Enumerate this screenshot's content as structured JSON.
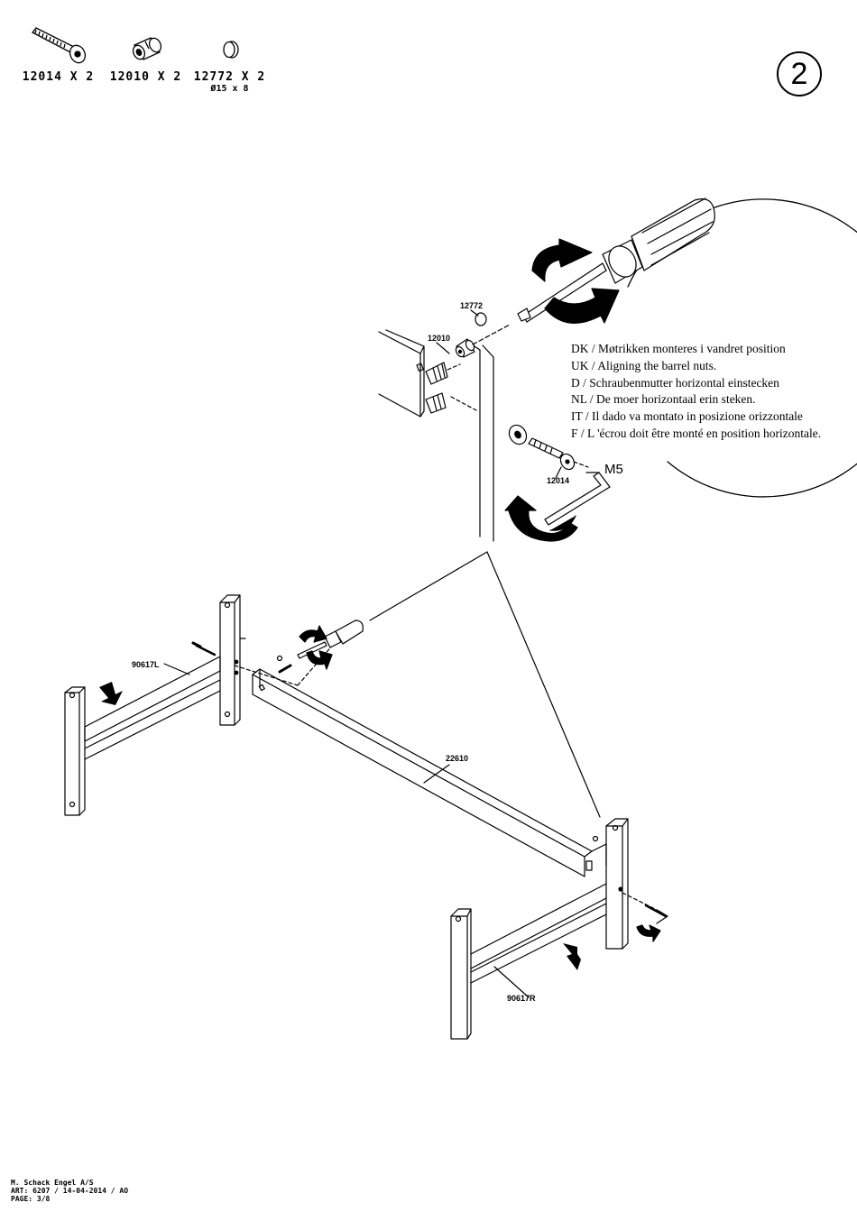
{
  "parts": [
    {
      "id": "screw",
      "code": "12014",
      "qty": "X 2",
      "icon": "screw-icon"
    },
    {
      "id": "barrel-nut",
      "code": "12010",
      "qty": "X 2",
      "icon": "barrel-nut-icon"
    },
    {
      "id": "cap",
      "code": "12772",
      "qty": "X 2",
      "size": "Ø15 x 8",
      "icon": "cover-cap-icon"
    }
  ],
  "step_number": "2",
  "instructions": [
    "DK / Møtrikken monteres i vandret position",
    "UK / Aligning the barrel nuts.",
    "D / Schraubenmutter horizontal einstecken",
    "NL / De moer horizontaal erin steken.",
    "IT /  Il dado va montato in posizione orizzontale",
    "F / L 'écrou doit être monté en position horizontale."
  ],
  "detail_labels": {
    "cap": "12772",
    "barrel_nut": "12010",
    "screw": "12014",
    "hex_key": "M5"
  },
  "assembly_labels": {
    "left_end": "90617L",
    "rail": "22610",
    "right_end": "90617R"
  },
  "footer": {
    "company": "M. Schack Engel A/S",
    "art": "ART: 6207 / 14-04-2014 / AO",
    "page": "PAGE: 3/8"
  },
  "icons": [
    "screwdriver-icon",
    "hex-key-icon",
    "rotate-arrow-icon",
    "push-arrow-icon",
    "screw-icon",
    "barrel-nut-icon",
    "cover-cap-icon"
  ]
}
